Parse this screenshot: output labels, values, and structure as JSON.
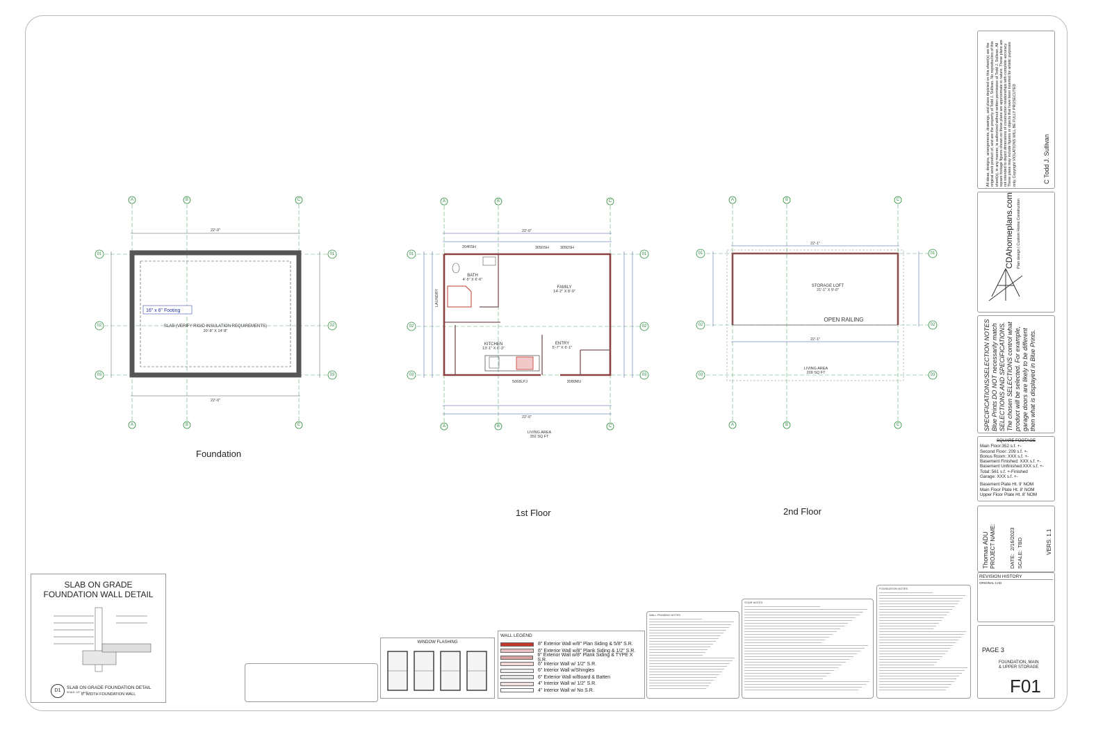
{
  "plans": {
    "foundation": {
      "title": "Foundation",
      "footing_label": "16\" x 6\" Footing",
      "slab_label": "SLAB (VERIFY RIGID INSULATION REQUIREMENTS)",
      "slab_dims": "20'-8\" X 14'-8\"",
      "overall_width": "22'-0\"",
      "grid_cols": [
        "A",
        "B",
        "C"
      ],
      "grid_rows": [
        "01",
        "02",
        "03"
      ]
    },
    "first_floor": {
      "title": "1st Floor",
      "rooms": {
        "bath": "BATH",
        "bath_dims": "4'-5\" X 6'-6\"",
        "family": "FAMILY",
        "family_dims": "14'-2\" X 8'-9\"",
        "kitchen": "KITCHEN",
        "kitchen_dims": "13'-1\" X 6'-3\"",
        "entry": "ENTRY",
        "entry_dims": "5'-7\" X 6'-1\"",
        "laundry": "LAUNDRY"
      },
      "windows": [
        "2040SH",
        "3050SH",
        "3050SH"
      ],
      "doors": [
        "5068LPJ",
        "3080MU"
      ],
      "living_area_label": "LIVING AREA",
      "living_area_value": "352 SQ FT",
      "overall_width": "22'-0\""
    },
    "second_floor": {
      "title": "2nd Floor",
      "rooms": {
        "storage_loft": "STORAGE LOFT",
        "storage_loft_dims": "21'-1\" X 9'-0\""
      },
      "open_railing": "OPEN RAILING",
      "living_area_label": "LIVING AREA",
      "living_area_value": "209 SQ FT",
      "overall_width": "22'-1\""
    }
  },
  "slab_detail": {
    "title_line1": "SLAB ON GRADE",
    "title_line2": "FOUNDATION WALL DETAIL",
    "marker": "D1",
    "caption": "SLAB ON GRADE FOUNDATION DETAIL",
    "scale": "SCALE: 1/2\" = 1'-0\"",
    "sub_caption": "8\" WIDTH FOUNDATION WALL"
  },
  "window_flashing": {
    "title": "WINDOW FLASHING"
  },
  "wall_legend": {
    "title": "WALL LEGEND",
    "items": [
      "8\" Exterior Wall w/8\" Plan Siding & 5/8\" S.R.",
      "6\" Exterior Wall w/8\" Plank Siding & 1/2\" S.R.",
      "6\" Exterior Wall w/8\" Plank Siding & TYPE X S.R.",
      "6\" Interior Wall w/ 1/2\" S.R.",
      "6\" Interior Wall w/Shingles",
      "6\" Exterior Wall w/Board & Batten",
      "4\" Interior Wall w/ 1/2\" S.R.",
      "4\" Interior Wall w/ No S.R."
    ],
    "colors": [
      "#c0392b",
      "#e8c0c0",
      "#d9a0a0",
      "#f2d8d8",
      "#eeeeee",
      "#e6e6e6",
      "#f0e0e0",
      "#ffffff"
    ]
  },
  "notes": {
    "wall_framing_title": "WALL FRAMING NOTES",
    "stair_title": "STAIR NOTES",
    "foundation_title": "FOUNDATION NOTES"
  },
  "title_block": {
    "copyright": "All ideas, designs, arrangements, drawings, and plans depicted on this sheet(s) are the original work product of, and are the property of Todd J. Sullivan. No reproduction of this sheet(s), in any manner, is authorized without written permission of Todd J. Sullivan. All square footage figures shown on these plans are approximate in nature. These plans are not intended to depict dimensions of construction relationships with complete accuracy. These plans may include figures or objects that have been inserted for artistic purposes only. Copyright VIOLATIONS WILL BE FULLY PROSECUTED",
    "designer": "C Todd J. Sullivan",
    "website": "CDAhomeplans.com",
    "tagline": "Plan design | Custom Home Construction",
    "spec_notes": "SPECIFICATIONS/SELECTION NOTES Blue Prints DO NOT necessarily match SELECTIONS AND SPECIFICATIONS. The chosen SELECTIONS control what product will be selected. For example, garage doors are likely to be different then what is displayed in Blue Prints.",
    "square_footage_title": "SQUARE FOOTAGE",
    "square_footage": [
      "Main Floor:352 s.f. +-",
      "Second Floor: 209 s.f. +-",
      "Bonus Room: XXX s.f. +-",
      "Basement Finished: XXX s.f. +-",
      "Basement Unfinished:XXX s.f. +-",
      "Total: 561 s.f. +-Finished",
      "Garage: XXX s.f. +-"
    ],
    "plate_heights": [
      "Basement Plate Ht. 9' NOM",
      "Main Floor Plate Ht. 8' NOM",
      "Upper Floor Plate Ht. 8' NOM"
    ],
    "project_name_label": "PROJECT NAME:",
    "project_name": "Thomas ADU",
    "date_label": "DATE:",
    "date_value": "2/16/2023",
    "scale_label": "SCALE:",
    "scale_value": "TBD",
    "version": "VERS: 1.1",
    "revision_history_title": "REVISION HISTORY",
    "revision_entry": "ORIGINAL CAD",
    "page": "PAGE 3",
    "page_description_line1": "FOUNDATION, MAIN",
    "page_description_line2": "& UPPER STORAGE",
    "sheet_number": "F01"
  }
}
